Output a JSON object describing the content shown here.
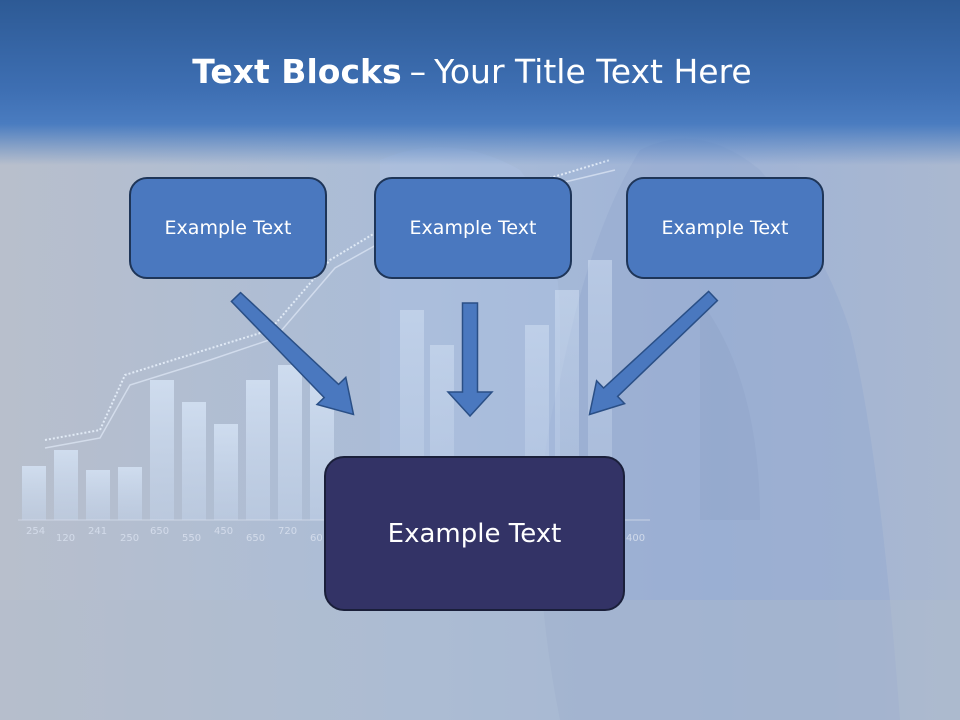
{
  "slide": {
    "title_bold": "Text Blocks",
    "title_dash": "–",
    "title_rest": "Your Title Text Here",
    "blocks": [
      {
        "label": "Example Text"
      },
      {
        "label": "Example Text"
      },
      {
        "label": "Example Text"
      }
    ],
    "main_block": {
      "label": "Example Text"
    },
    "background_chart_labels": [
      "254",
      "120",
      "241",
      "250",
      "650",
      "550",
      "450",
      "650",
      "720",
      "60",
      "400"
    ]
  },
  "colors": {
    "header": "#3e6fb3",
    "block_fill": "#4a78bf",
    "main_block_fill": "#333366",
    "arrow_fill": "#4a78bf"
  }
}
